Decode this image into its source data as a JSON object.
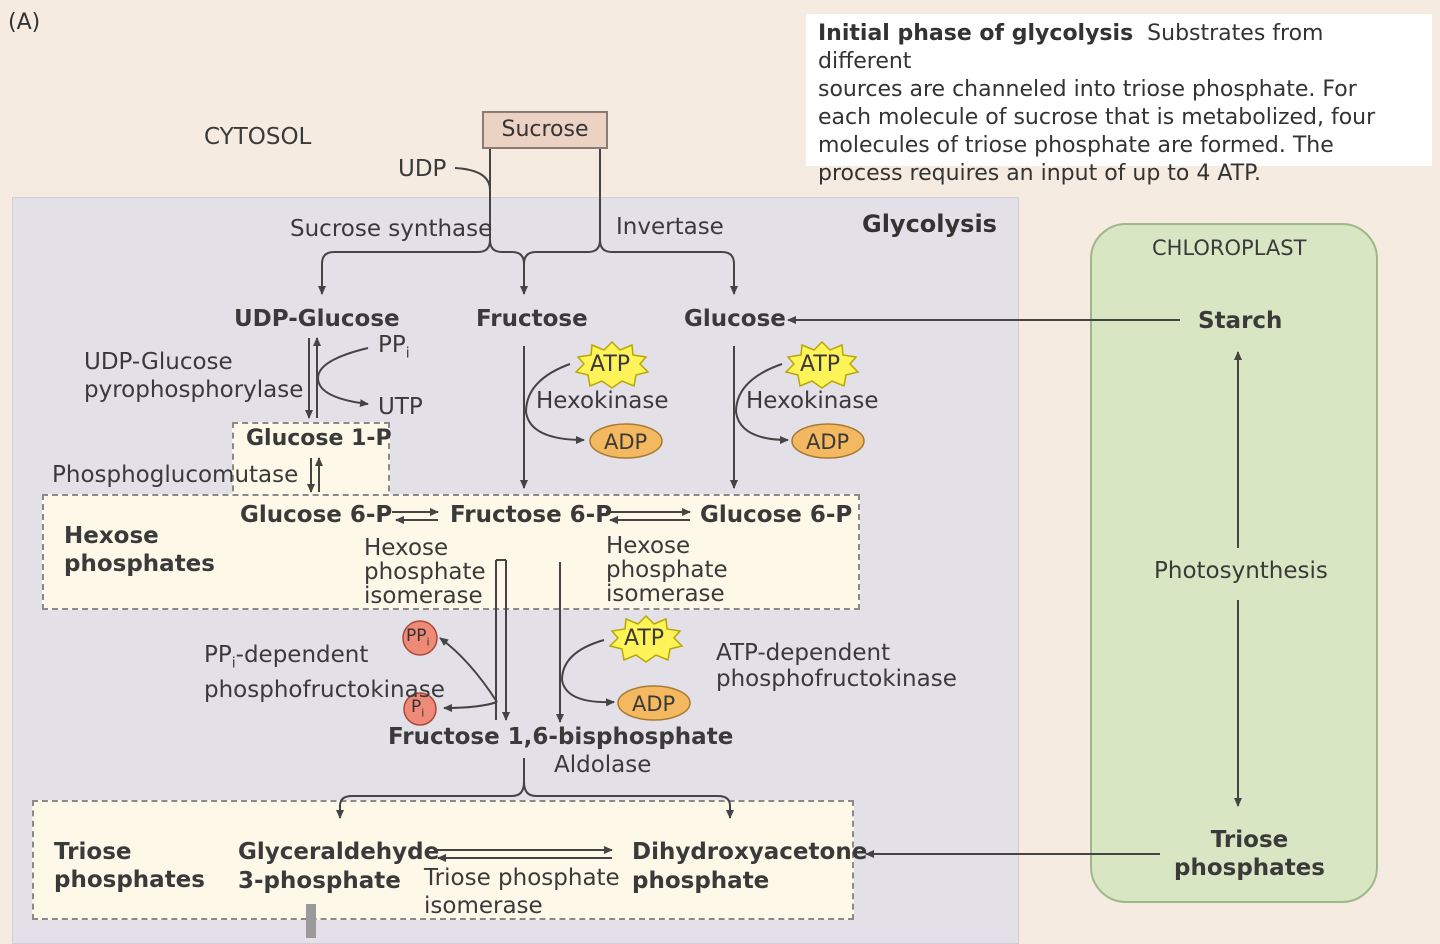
{
  "panel_label": "(A)",
  "caption": {
    "title": "Initial phase of glycolysis",
    "line1": "Substrates from different",
    "line2": "sources are channeled into triose phosphate. For",
    "line3": "each molecule of sucrose that is metabolized, four",
    "line4": "molecules of triose phosphate are formed. The",
    "line5": "process requires an input of up to 4 ATP."
  },
  "compartments": {
    "cytosol": "CYTOSOL",
    "glycolysis": "Glycolysis",
    "chloroplast": "CHLOROPLAST"
  },
  "metabolites": {
    "sucrose": "Sucrose",
    "udp": "UDP",
    "udp_glucose": "UDP-Glucose",
    "fructose": "Fructose",
    "glucose": "Glucose",
    "starch": "Starch",
    "ppi_main": "PP",
    "ppi_sub": "i",
    "utp": "UTP",
    "glucose_1p": "Glucose 1-P",
    "glucose_6p_left": "Glucose 6-P",
    "fructose_6p": "Fructose 6-P",
    "glucose_6p_right": "Glucose 6-P",
    "fructose_16bp": "Fructose 1,6-bisphosphate",
    "gap_line1": "Glyceraldehyde",
    "gap_line2": "3-phosphate",
    "dhap_line1": "Dihydroxyacetone",
    "dhap_line2": "phosphate",
    "triose_chl_line1": "Triose",
    "triose_chl_line2": "phosphates"
  },
  "groups": {
    "hexose_line1": "Hexose",
    "hexose_line2": "phosphates",
    "triose_line1": "Triose",
    "triose_line2": "phosphates"
  },
  "enzymes": {
    "sucrose_synthase": "Sucrose synthase",
    "invertase": "Invertase",
    "udp_glc_ppase_line1": "UDP-Glucose",
    "udp_glc_ppase_line2": "pyrophosphorylase",
    "hexokinase_1": "Hexokinase",
    "hexokinase_2": "Hexokinase",
    "phosphoglucomutase": "Phosphoglucomutase",
    "hpi1_line1": "Hexose",
    "hpi1_line2": "phosphate",
    "hpi1_line3": "isomerase",
    "hpi2_line1": "Hexose",
    "hpi2_line2": "phosphate",
    "hpi2_line3": "isomerase",
    "ppi_pfk_line1_a": "PP",
    "ppi_pfk_line1_sub": "i",
    "ppi_pfk_line1_b": "-dependent",
    "ppi_pfk_line2": "phosphofructokinase",
    "atp_pfk_line1": "ATP-dependent",
    "atp_pfk_line2": "phosphofructokinase",
    "aldolase": "Aldolase",
    "tpi_line1": "Triose phosphate",
    "tpi_line2": "isomerase",
    "photosynthesis": "Photosynthesis"
  },
  "cofactors": {
    "atp_1": "ATP",
    "adp_1": "ADP",
    "atp_2": "ATP",
    "adp_2": "ADP",
    "atp_3": "ATP",
    "adp_3": "ADP",
    "ppi_badge_main": "PP",
    "ppi_badge_sub": "i",
    "pi_badge_main": "P",
    "pi_badge_sub": "i"
  },
  "colors": {
    "background": "#f5ebe0",
    "glycolysis_panel": "#e3e0e7",
    "chloroplast": "#d8e6c3",
    "hexose_box": "#fdf8e8",
    "sucrose_box": "#ecd2c2",
    "atp_burst": "#fff35a",
    "adp_oval": "#f4b860",
    "ppi_circle": "#f08a78"
  }
}
